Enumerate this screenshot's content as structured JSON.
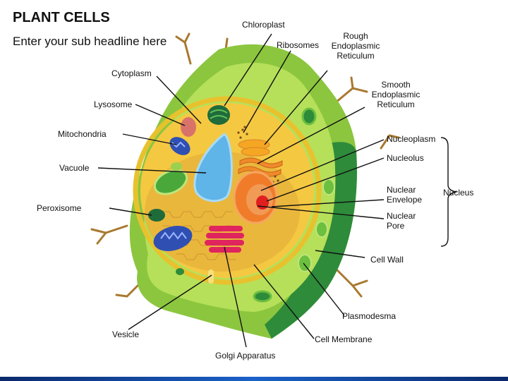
{
  "title": "PLANT CELLS",
  "subtitle": "Enter your sub headline here",
  "labels": {
    "chloroplast": "Chloroplast",
    "ribosomes": "Ribosomes",
    "rough_er": [
      "Rough",
      "Endoplasmic",
      "Reticulum"
    ],
    "cytoplasm": "Cytoplasm",
    "smooth_er": [
      "Smooth",
      "Endoplasmic",
      "Reticulum"
    ],
    "lysosome": "Lysosome",
    "mitochondria": "Mitochondria",
    "nucleoplasm": "Nucleoplasm",
    "nucleolus": "Nucleolus",
    "vacuole": "Vacuole",
    "nuclear_envelope": [
      "Nuclear",
      "Envelope"
    ],
    "nucleus": "Nucleus",
    "peroxisome": "Peroxisome",
    "nuclear_pore": [
      "Nuclear",
      "Pore"
    ],
    "cell_wall": "Cell Wall",
    "plasmodesma": "Plasmodesma",
    "vesicle": "Vesicle",
    "cell_membrane": "Cell Membrane",
    "golgi_apparatus": "Golgi Apparatus"
  },
  "colors": {
    "cell_wall_outer": "#8cc63f",
    "cell_wall_dark": "#2e8b3a",
    "cytoplasm": "#f5c842",
    "vacuole": "#5fb4e8",
    "nucleus": "#f07c2a",
    "mitochondria": "#2f4fb3",
    "golgi": "#e0245e",
    "footer": "#1b61c9"
  }
}
